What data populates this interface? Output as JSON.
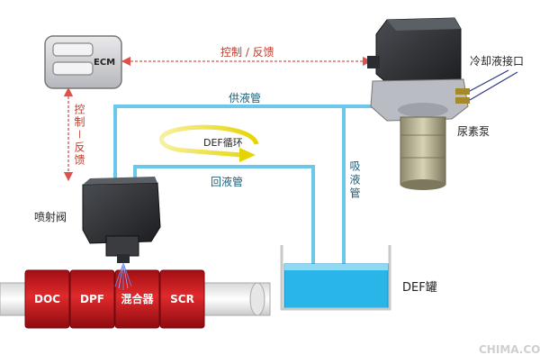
{
  "labels": {
    "ecm": "ECM",
    "control_feedback_top": "控制 / 反馈",
    "control_feedback_side": "控制－反馈",
    "coolant_port": "冷却液接口",
    "supply_line": "供液管",
    "def_loop": "DEF循环",
    "return_line": "回液管",
    "suction_line": "吸液管",
    "urea_pump": "尿素泵",
    "injector": "喷射阀",
    "def_tank": "DEF罐",
    "watermark": "CHIMA.COM"
  },
  "exhaust": {
    "segments": [
      "DOC",
      "DPF",
      "混合器",
      "SCR"
    ]
  },
  "colors": {
    "pipe": "#6cc8ea",
    "arrow_red": "#d9534f",
    "label_red": "#c0392b",
    "exhaust_red": "#c1161c",
    "def_liquid": "#29b5e8",
    "loop_yellow": "#f0e020"
  }
}
